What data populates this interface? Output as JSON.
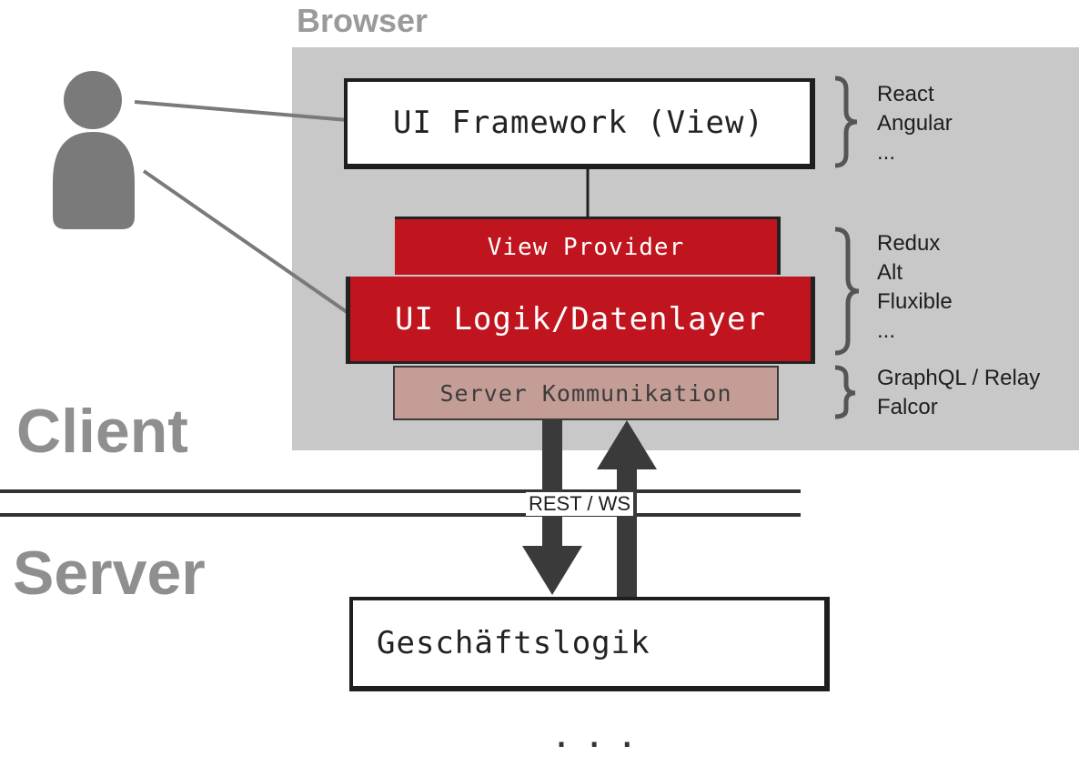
{
  "browser": {
    "title": "Browser"
  },
  "zones": {
    "client": "Client",
    "server": "Server"
  },
  "layers": {
    "ui_framework": "UI Framework (View)",
    "view_provider": "View Provider",
    "ui_logic": "UI Logik/Datenlayer",
    "server_comm": "Server Kommunikation",
    "business_logic": "Geschäftslogik"
  },
  "tech": {
    "framework": [
      "React",
      "Angular",
      "..."
    ],
    "state": [
      "Redux",
      "Alt",
      "Fluxible",
      "..."
    ],
    "data": [
      "GraphQL / Relay",
      "Falcor"
    ]
  },
  "connection": {
    "label": "REST / WS"
  },
  "continuation": ". . .",
  "colors": {
    "browser_bg": "#c8c8c8",
    "accent_red": "#c0141e",
    "server_comm_bg": "#c49e96",
    "label_gray": "#8f8f8f",
    "user_gray": "#7a7a7a"
  },
  "icons": {
    "user": "user-icon"
  }
}
